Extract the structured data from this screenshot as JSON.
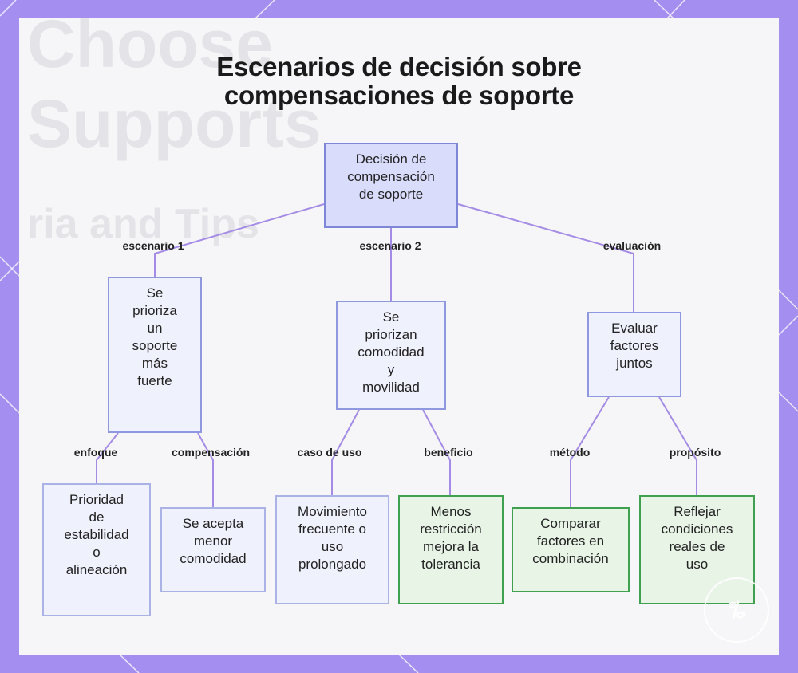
{
  "diagram": {
    "title_lines": [
      "Escenarios de decisión sobre",
      "compensaciones de soporte"
    ],
    "nodes": {
      "root": {
        "lines": [
          "Decisión de",
          "compensación",
          "de soporte"
        ]
      },
      "s1": {
        "lines": [
          "Se",
          "prioriza",
          "un",
          "soporte",
          "más",
          "fuerte"
        ]
      },
      "s2": {
        "lines": [
          "Se",
          "priorizan",
          "comodidad",
          "y",
          "movilidad"
        ]
      },
      "s3": {
        "lines": [
          "Evaluar",
          "factores",
          "juntos"
        ]
      },
      "l1": {
        "lines": [
          "Prioridad",
          "de",
          "estabilidad",
          "o",
          "alineación"
        ]
      },
      "l2": {
        "lines": [
          "Se acepta",
          "menor",
          "comodidad"
        ]
      },
      "l3": {
        "lines": [
          "Movimiento",
          "frecuente o",
          "uso",
          "prolongado"
        ]
      },
      "l4": {
        "lines": [
          "Menos",
          "restricción",
          "mejora la",
          "tolerancia"
        ]
      },
      "l5": {
        "lines": [
          "Comparar",
          "factores en",
          "combinación"
        ]
      },
      "l6": {
        "lines": [
          "Reflejar",
          "condiciones",
          "reales de",
          "uso"
        ]
      }
    },
    "edge_labels": {
      "e1": "escenario 1",
      "e2": "escenario 2",
      "e3": "evaluación",
      "e4": "enfoque",
      "e5": "compensación",
      "e6": "caso de uso",
      "e7": "beneficio",
      "e8": "método",
      "e9": "propósito"
    },
    "colors": {
      "frame": "#a48ef0",
      "edge": "#a48be6",
      "root_fill": "#d9dcfb",
      "node_fill": "#eff1fc",
      "green_fill": "#e7f4e6",
      "green_border": "#3fa14f"
    },
    "watermark_icon": "logo-badge-icon"
  }
}
